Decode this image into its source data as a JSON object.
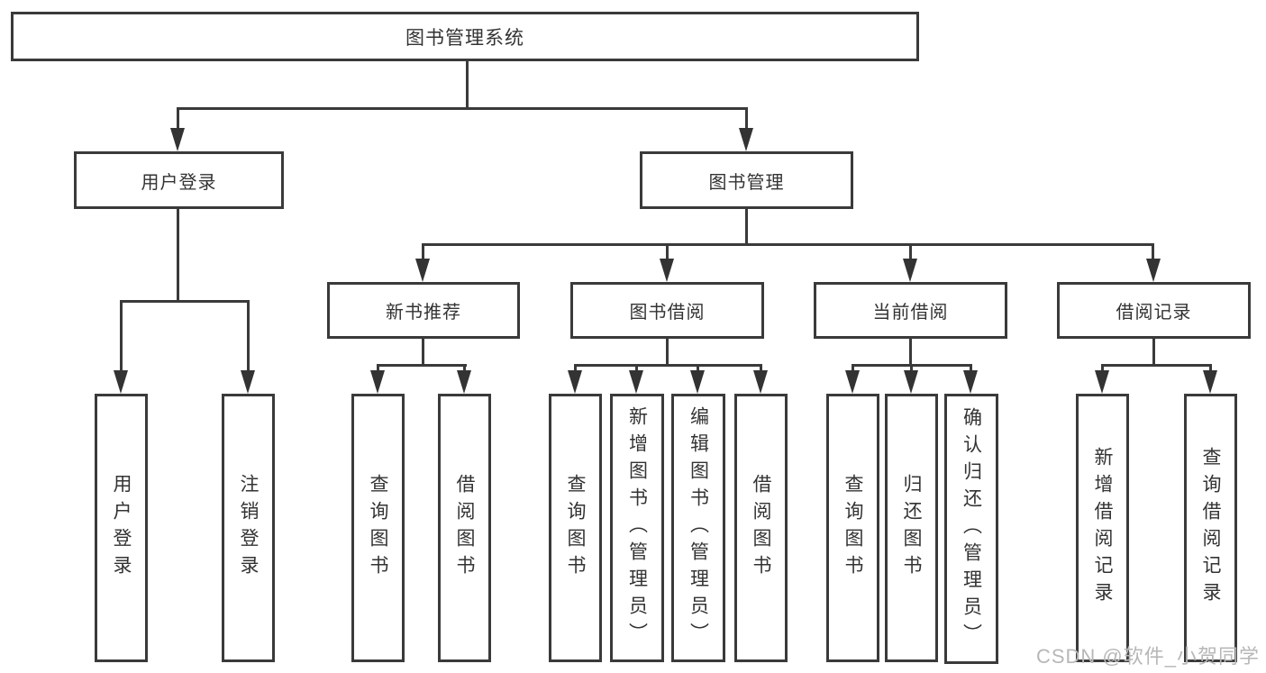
{
  "tree": {
    "label": "图书管理系统",
    "children": [
      {
        "label": "用户登录",
        "children": [
          {
            "label": "用户登录"
          },
          {
            "label": "注销登录"
          }
        ]
      },
      {
        "label": "图书管理",
        "children": [
          {
            "label": "新书推荐",
            "children": [
              {
                "label": "查询图书"
              },
              {
                "label": "借阅图书"
              }
            ]
          },
          {
            "label": "图书借阅",
            "children": [
              {
                "label": "查询图书"
              },
              {
                "label": "新增图书（管理员）"
              },
              {
                "label": "编辑图书（管理员）"
              },
              {
                "label": "借阅图书"
              }
            ]
          },
          {
            "label": "当前借阅",
            "children": [
              {
                "label": "查询图书"
              },
              {
                "label": "归还图书"
              },
              {
                "label": "确认归还（管理员）"
              }
            ]
          },
          {
            "label": "借阅记录",
            "children": [
              {
                "label": "新增借阅记录"
              },
              {
                "label": "查询借阅记录"
              }
            ]
          }
        ]
      }
    ]
  },
  "watermark": {
    "text": "CSDN @软件_小贺同学"
  },
  "colors": {
    "line": "#3a3a3a",
    "arrowhead": "#333333",
    "text": "#333333",
    "watermark": "#b7b7b7",
    "background": "#ffffff"
  }
}
